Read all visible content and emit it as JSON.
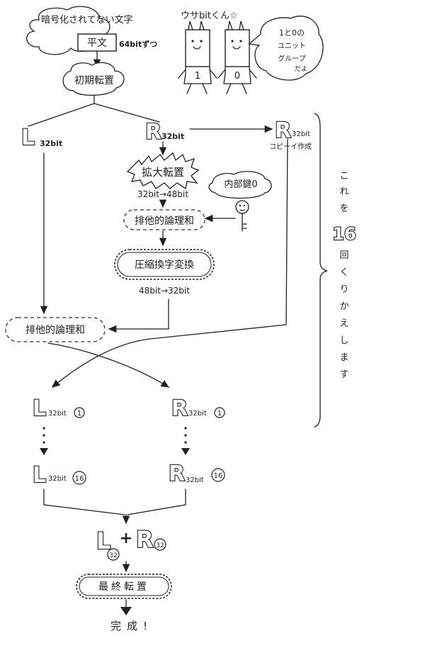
{
  "plaintext_note": "暗号化されてない文字",
  "plaintext_box": "平文",
  "plaintext_size": "64bitずつ",
  "mascot_title": "ウサbitくん☆",
  "mascot_bits": [
    "1",
    "0"
  ],
  "mascot_speech": [
    "1と0の",
    "ユニット",
    "グループ",
    "だよ"
  ],
  "initial_permutation": "初期転置",
  "left_half": "L",
  "left_half_size": "32bit",
  "right_half": "R",
  "right_half_size": "32bit",
  "right_copy": "R",
  "right_copy_size": "32bit",
  "right_copy_note": "コピーイ作成",
  "expansion_permutation": "拡大転置",
  "expansion_size": "32bit→48bit",
  "internal_key_label": "内部鍵0",
  "xor_label": "排他的論理和",
  "compression_label": "圧縮換字変換",
  "compression_size": "48bit→32bit",
  "xor_label_2": "排他的論理和",
  "repeat_note": [
    "こ",
    "れ",
    "を",
    "16",
    "回",
    "く",
    "り",
    "か",
    "え",
    "し",
    "ま",
    "す"
  ],
  "round1_left": {
    "letter": "L",
    "size": "32bit",
    "round": "1"
  },
  "round1_right": {
    "letter": "R",
    "size": "32bit",
    "round": "1"
  },
  "round16_left": {
    "letter": "L",
    "size": "32bit",
    "round": "16"
  },
  "round16_right": {
    "letter": "R",
    "size": "32bit",
    "round": "16"
  },
  "combine_left": {
    "letter": "L",
    "size": "32"
  },
  "combine_plus": "+",
  "combine_right": {
    "letter": "R",
    "size": "32"
  },
  "final_permutation": "最終転置",
  "complete": "完成!"
}
